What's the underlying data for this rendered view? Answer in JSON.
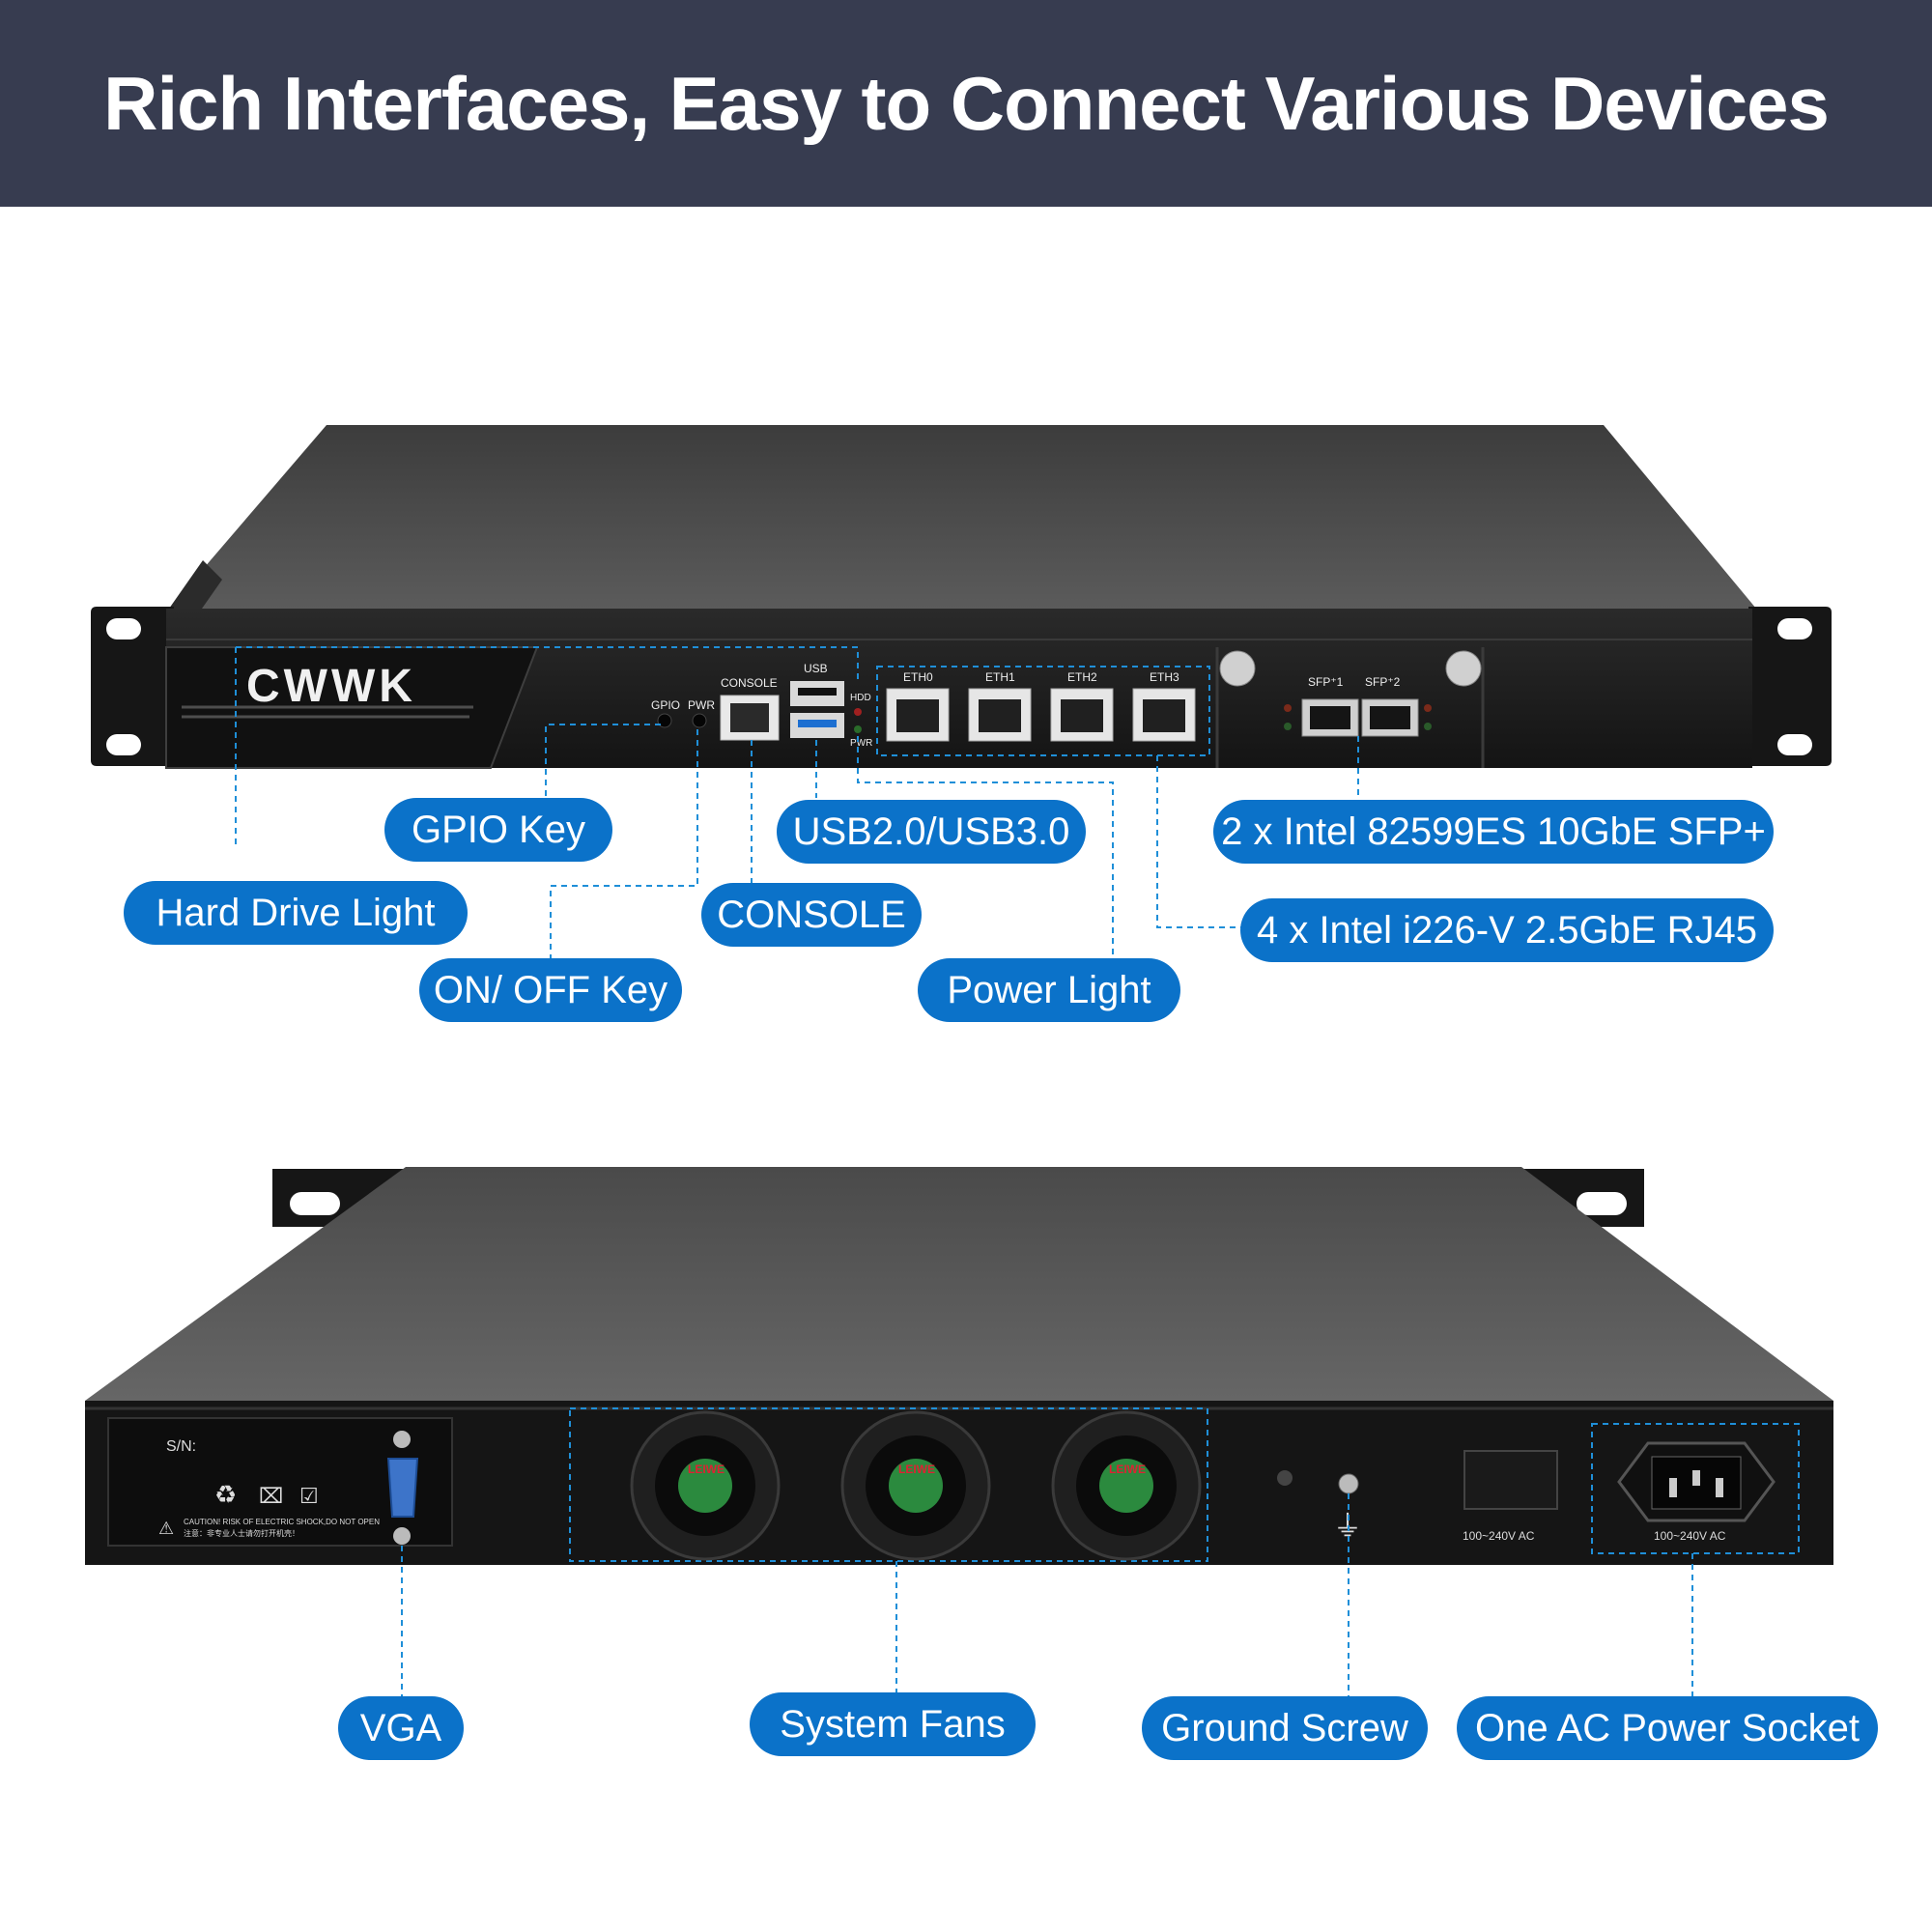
{
  "header": {
    "title": "Rich Interfaces, Easy to Connect Various Devices"
  },
  "front_panel": {
    "brand_logo": "CWWK",
    "labels": {
      "gpio": "GPIO",
      "pwr": "PWR",
      "console": "CONSOLE",
      "usb": "USB",
      "hdd": "HDD",
      "pwr_led": "PWR",
      "eth0": "ETH0",
      "eth1": "ETH1",
      "eth2": "ETH2",
      "eth3": "ETH3",
      "sfp1": "SFP⁺1",
      "sfp2": "SFP⁺2"
    },
    "callouts": {
      "gpio_key": "GPIO Key",
      "hard_drive_light": "Hard Drive Light",
      "on_off_key": "ON/ OFF Key",
      "console": "CONSOLE",
      "usb": "USB2.0/USB3.0",
      "power_light": "Power Light",
      "sfp": "2 x Intel 82599ES 10GbE SFP+",
      "rj45": "4 x Intel i226-V 2.5GbE RJ45"
    }
  },
  "rear_panel": {
    "labels": {
      "serial": "S/N:",
      "caution": "CAUTION! RISK OF ELECTRIC SHOCK,DO NOT OPEN",
      "caution_cn": "注意：非专业人士请勿打开机壳！",
      "voltage_left": "100~240V   AC",
      "voltage_right": "100~240V   AC",
      "fan_brand": "LEIWE"
    },
    "callouts": {
      "vga": "VGA",
      "system_fans": "System Fans",
      "ground_screw": "Ground Screw",
      "ac_socket": "One AC Power Socket"
    }
  },
  "colors": {
    "header_bg": "#373c50",
    "callout_blue": "#0b72c9",
    "leader_line": "#1f8fd8",
    "chassis_top": "#5a5a5a",
    "chassis_front": "#1c1c1c"
  }
}
